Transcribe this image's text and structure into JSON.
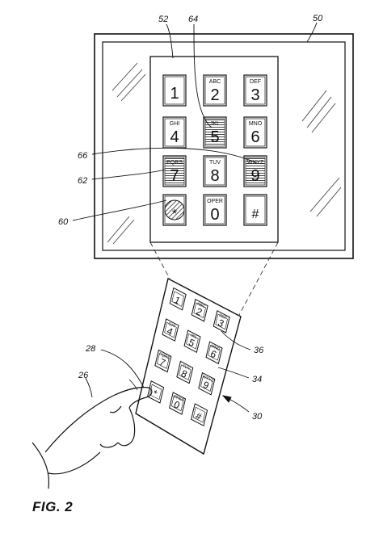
{
  "figure": {
    "caption": "FIG. 2"
  },
  "refs": {
    "r52": "52",
    "r64": "64",
    "r50": "50",
    "r66": "66",
    "r62": "62",
    "r60": "60",
    "r28": "28",
    "r26": "26",
    "r36": "36",
    "r34": "34",
    "r30": "30"
  },
  "keypad": {
    "keys": [
      {
        "digit": "1",
        "letters": ""
      },
      {
        "digit": "2",
        "letters": "ABC"
      },
      {
        "digit": "3",
        "letters": "DEF"
      },
      {
        "digit": "4",
        "letters": "GHI"
      },
      {
        "digit": "5",
        "letters": "JKL"
      },
      {
        "digit": "6",
        "letters": "MNO"
      },
      {
        "digit": "7",
        "letters": "PQRS"
      },
      {
        "digit": "8",
        "letters": "TUV"
      },
      {
        "digit": "9",
        "letters": "WXYZ"
      },
      {
        "digit": "*",
        "letters": ""
      },
      {
        "digit": "0",
        "letters": "OPER"
      },
      {
        "digit": "#",
        "letters": ""
      }
    ],
    "highlighted": [
      "5",
      "7",
      "9"
    ],
    "circled": "*"
  }
}
